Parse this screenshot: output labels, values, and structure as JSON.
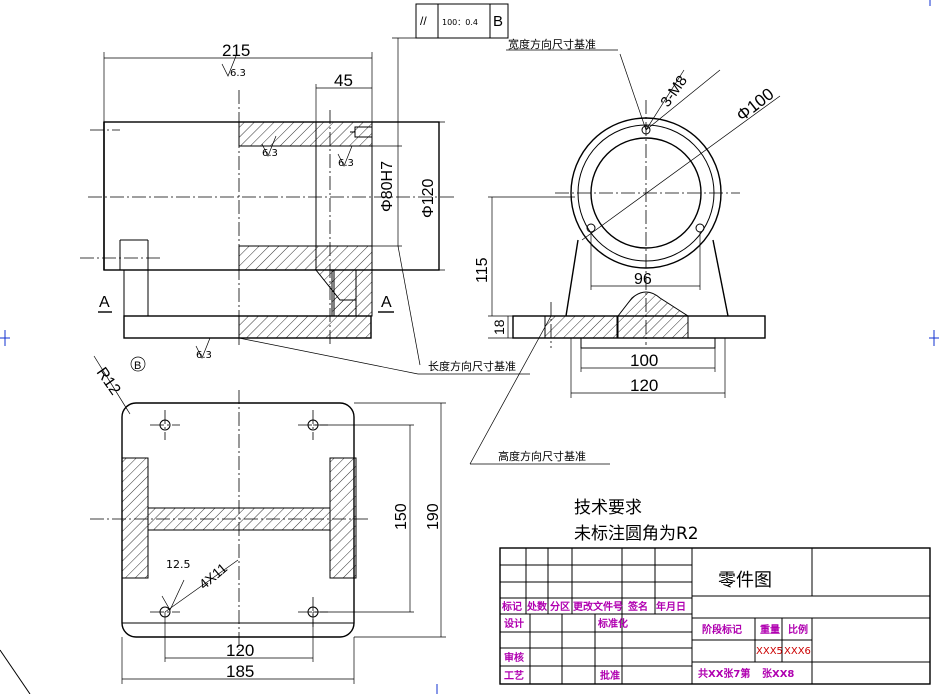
{
  "dims": {
    "d215": "215",
    "d45": "45",
    "d80h7": "Φ80H7",
    "d120v": "Φ120",
    "d100dia": "Φ100",
    "thread": "3-M8",
    "d115": "115",
    "d96": "96",
    "d18": "18",
    "d100w": "100",
    "d120w": "120",
    "r12": "R12",
    "d150": "150",
    "d190": "190",
    "d12_5": "12.5",
    "holes": "4X11",
    "d120b": "120",
    "d185": "185",
    "rough": "6.3"
  },
  "labels": {
    "section_a1": "A",
    "section_a2": "A",
    "datum_b": "B",
    "tol_symbol": "//",
    "tol_value": "100：0.4",
    "tol_datum": "B",
    "width_datum": "宽度方向尺寸基准",
    "length_datum": "长度方向尺寸基准",
    "height_datum": "高度方向尺寸基准"
  },
  "notes": {
    "title": "技术要求",
    "line1": "未标注圆角为R2"
  },
  "title_block": {
    "part_name": "零件图",
    "h_biaoji": "标记",
    "h_chushu": "处数",
    "h_fenqu": "分区",
    "h_gengai": "更改文件号",
    "h_qianming": "签名",
    "h_nianyueri": "年月日",
    "sheji": "设计",
    "biaozhunhua": "标准化",
    "jieduan": "阶段标记",
    "zhongliang": "重量",
    "bili": "比例",
    "shenhe": "审核",
    "gongyi": "工艺",
    "pizhun": "批准",
    "xxx5": "XXX5",
    "xxx6": "XXX6",
    "sheets": "共XX张7第",
    "xxx8": "张XX8"
  },
  "colors": {
    "line": "#000000",
    "title_block_text": "#b000b0",
    "field_text": "#cc0000",
    "frame": "#1030d0"
  }
}
